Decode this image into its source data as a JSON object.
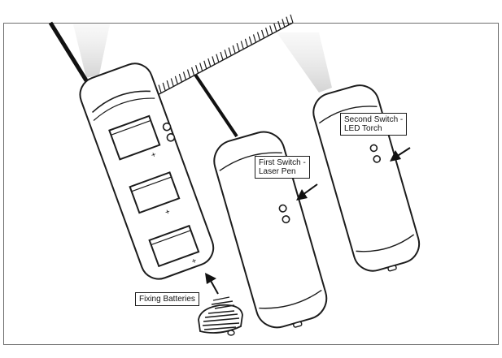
{
  "labels": {
    "fixing_batteries": "Fixing Batteries",
    "first_switch_line1": "First Switch -",
    "first_switch_line2": "Laser Pen",
    "second_switch_line1": "Second Switch -",
    "second_switch_line2": "LED Torch"
  },
  "battery_polarity": {
    "negative": "−",
    "positive": "+"
  },
  "colors": {
    "ink": "#1c1c1c",
    "frame": "#6e6e6e",
    "beam": "#d9d9d9",
    "background": "#ffffff"
  }
}
